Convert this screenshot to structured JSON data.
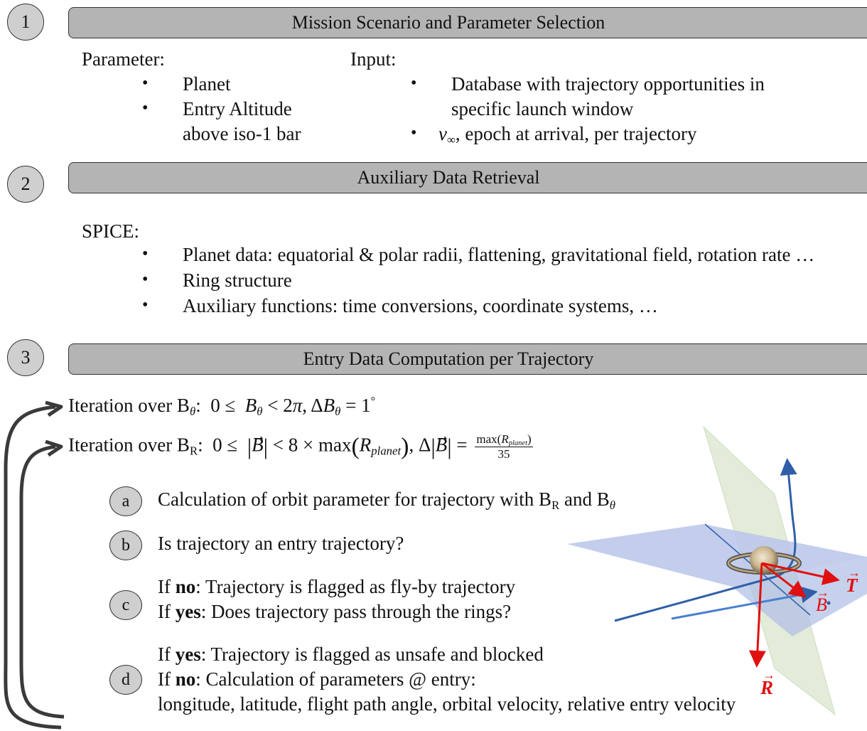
{
  "step1": {
    "number": "1",
    "title": "Mission Scenario and Parameter Selection",
    "parameter_label": "Parameter:",
    "parameters": [
      "Planet",
      "Entry Altitude",
      "above  iso-1 bar"
    ],
    "input_label": "Input:",
    "inputs": [
      "Database with trajectory opportunities in",
      "specific launch window",
      ", epoch at arrival, per trajectory"
    ]
  },
  "step2": {
    "number": "2",
    "title": "Auxiliary Data Retrieval",
    "spice_label": "SPICE:",
    "items": [
      "Planet data: equatorial & polar radii, flattening, gravitational field, rotation rate …",
      "Ring structure",
      "Auxiliary functions: time conversions, coordinate systems, …"
    ]
  },
  "step3": {
    "number": "3",
    "title": "Entry Data Computation per Trajectory",
    "iter_theta_prefix": "Iteration over B",
    "iter_r_prefix": "Iteration over B",
    "sub_a": {
      "letter": "a",
      "text": "Calculation of orbit parameter for trajectory with B",
      "text_mid": " and B"
    },
    "sub_b": {
      "letter": "b",
      "text": "Is trajectory an entry trajectory?"
    },
    "sub_c": {
      "letter": "c",
      "line1_pre": "If ",
      "line1_bold": "no",
      "line1_post": ": Trajectory is flagged as fly-by trajectory",
      "line2_pre": "If ",
      "line2_bold": "yes",
      "line2_post": ": Does trajectory pass through the rings?"
    },
    "sub_d": {
      "letter": "d",
      "line1_pre": "If ",
      "line1_bold": "yes",
      "line1_post": ": Trajectory is flagged as unsafe and blocked",
      "line2_pre": "If ",
      "line2_bold": "no",
      "line2_post": ": Calculation of parameters @ entry:",
      "line3": "longitude, latitude, flight path angle, orbital velocity, relative entry velocity"
    }
  },
  "figure": {
    "label_T": "T",
    "label_B": "B",
    "label_R": "R",
    "arrow_color": "#e01010",
    "traj_color": "#2f5fa8",
    "plane_blue": "#b9c6ea",
    "plane_green": "#e3ecd9"
  }
}
